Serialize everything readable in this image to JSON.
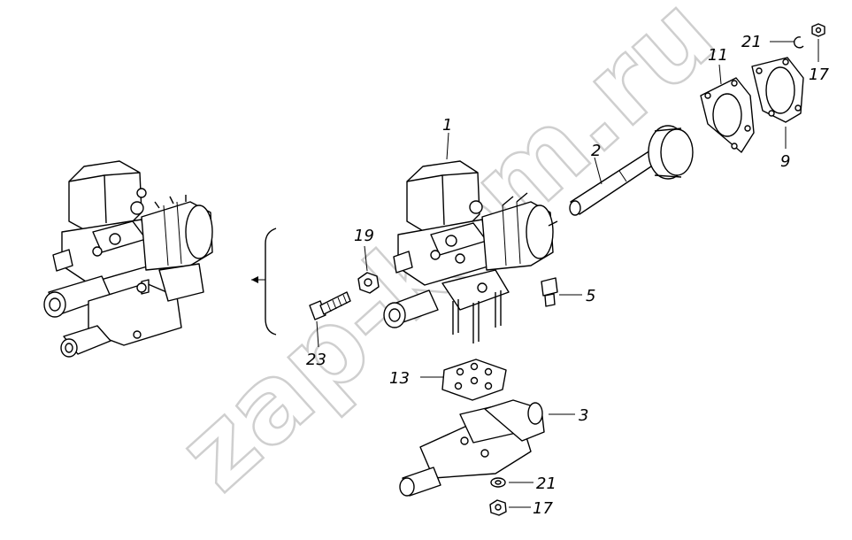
{
  "watermark": "zap-kom.ru",
  "callouts": [
    {
      "id": "c1",
      "label": "1"
    },
    {
      "id": "c2",
      "label": "2"
    },
    {
      "id": "c3",
      "label": "3"
    },
    {
      "id": "c5",
      "label": "5"
    },
    {
      "id": "c9",
      "label": "9"
    },
    {
      "id": "c11",
      "label": "11"
    },
    {
      "id": "c13",
      "label": "13"
    },
    {
      "id": "c17a",
      "label": "17"
    },
    {
      "id": "c17b",
      "label": "17"
    },
    {
      "id": "c19",
      "label": "19"
    },
    {
      "id": "c21a",
      "label": "21"
    },
    {
      "id": "c21b",
      "label": "21"
    },
    {
      "id": "c23",
      "label": "23"
    }
  ]
}
